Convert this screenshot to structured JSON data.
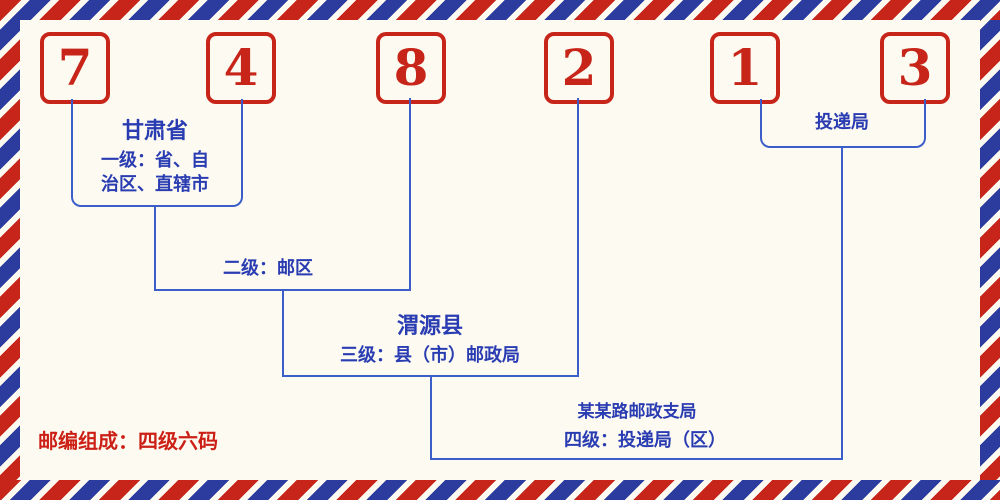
{
  "digits": [
    "7",
    "4",
    "8",
    "2",
    "1",
    "3"
  ],
  "levels": {
    "level1": {
      "name": "甘肃省",
      "desc_line1": "一级：省、自",
      "desc_line2": "治区、直辖市"
    },
    "level2": {
      "desc": "二级：邮区"
    },
    "level3": {
      "name": "渭源县",
      "desc": "三级：县（市）邮政局"
    },
    "level4": {
      "office": "投递局",
      "branch": "某某路邮政支局",
      "desc": "四级：投递局（区）"
    }
  },
  "footer": {
    "composition": "邮编组成：四级六码"
  },
  "colors": {
    "digit_red": "#c8251a",
    "stripe_red": "#c7241a",
    "stripe_blue": "#2c3c9e",
    "line_blue": "#3c5ec9",
    "text_blue": "#2a3cb2",
    "note_red": "#cc2017",
    "background": "#fdfbf1"
  }
}
